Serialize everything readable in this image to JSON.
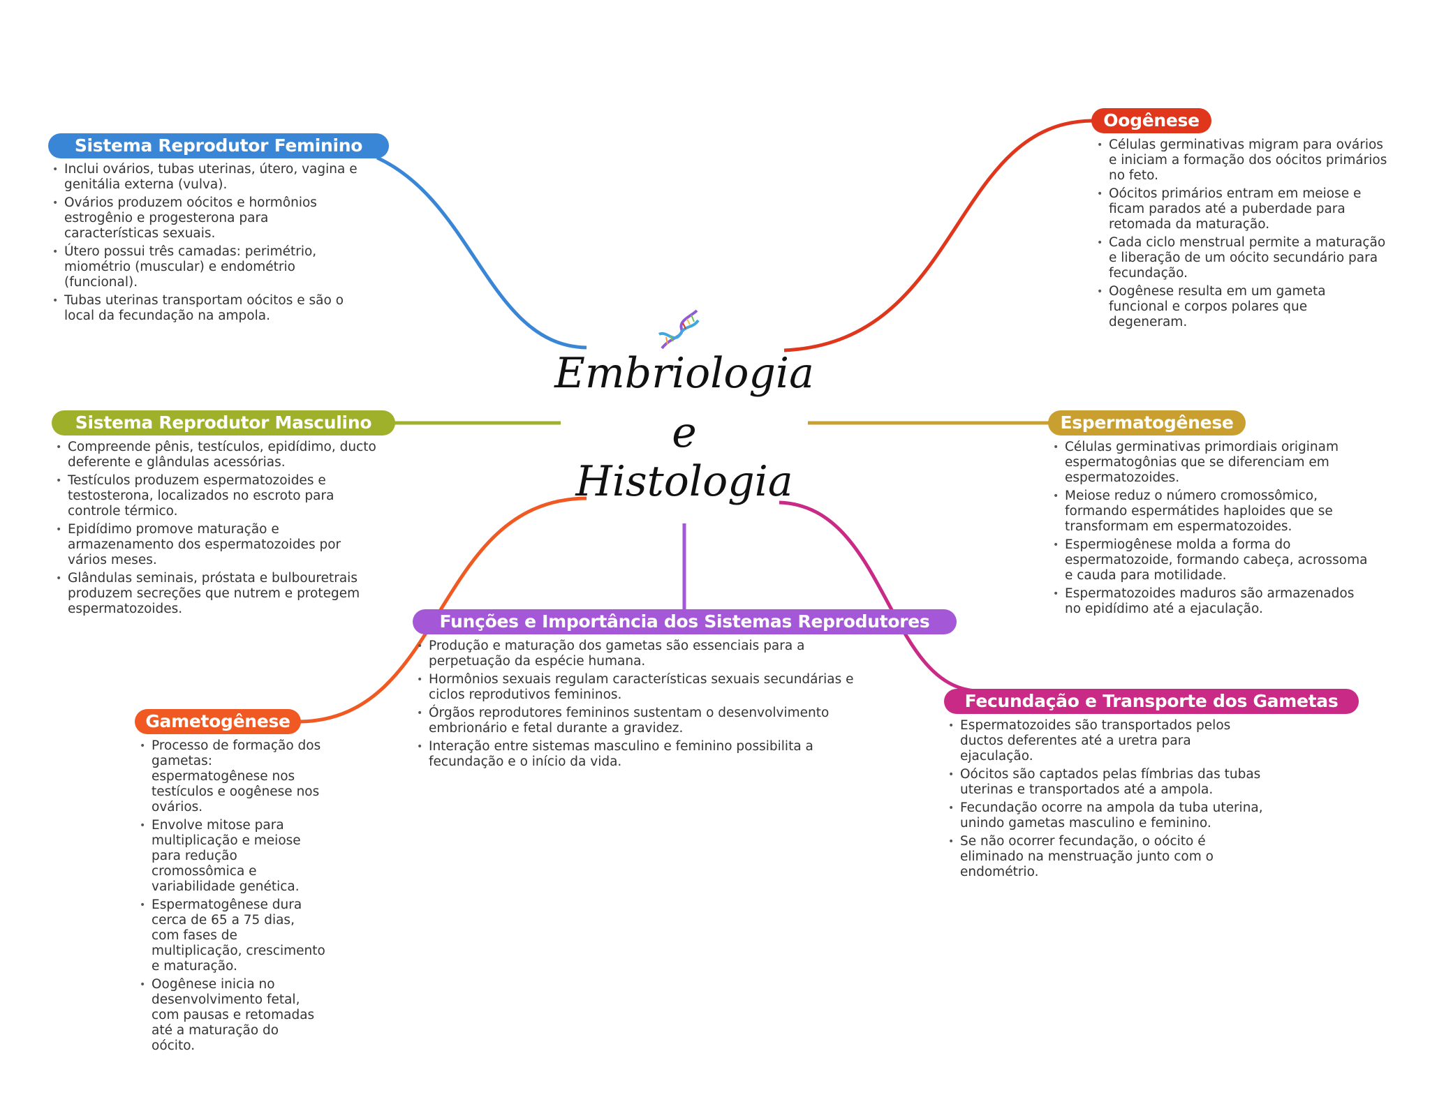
{
  "center": {
    "title_lines": [
      "Embriologia",
      "e",
      "Histologia"
    ],
    "icon": "dna-icon"
  },
  "colors": {
    "feminino": "#3a86d6",
    "oogenese": "#e0361c",
    "espermatogenese": "#c9a030",
    "masculino": "#9fb02a",
    "funcoes": "#a457d6",
    "gametogenese": "#f05a22",
    "fecundacao": "#c92a85"
  },
  "branches": {
    "feminino": {
      "title": "Sistema Reprodutor Feminino",
      "items": [
        "Inclui ovários, tubas uterinas, útero, vagina e genitália externa (vulva).",
        "Ovários produzem oócitos e hormônios estrogênio e progesterona para características sexuais.",
        "Útero possui três camadas: perimétrio, miométrio (muscular) e endométrio (funcional).",
        "Tubas uterinas transportam oócitos e são o local da fecundação na ampola."
      ]
    },
    "masculino": {
      "title": "Sistema Reprodutor Masculino",
      "items": [
        "Compreende pênis, testículos, epidídimo, ducto deferente e glândulas acessórias.",
        "Testículos produzem espermatozoides e testosterona, localizados no escroto para controle térmico.",
        "Epidídimo promove maturação e armazenamento dos espermatozoides por vários meses.",
        "Glândulas seminais, próstata e bulbouretrais produzem secreções que nutrem e protegem espermatozoides."
      ]
    },
    "oogenese": {
      "title": "Oogênese",
      "items": [
        "Células germinativas migram para ovários e iniciam a formação dos oócitos primários no feto.",
        "Oócitos primários entram em meiose e ficam parados até a puberdade para retomada da maturação.",
        "Cada ciclo menstrual permite a maturação e liberação de um oócito secundário para fecundação.",
        "Oogênese resulta em um gameta funcional e corpos polares que degeneram."
      ]
    },
    "espermatogenese": {
      "title": "Espermatogênese",
      "items": [
        "Células germinativas primordiais originam espermatogônias que se diferenciam em espermatozoides.",
        "Meiose reduz o número cromossômico, formando espermátides haploides que se transformam em espermatozoides.",
        "Espermiogênese molda a forma do espermatozoide, formando cabeça, acrossoma e cauda para motilidade.",
        "Espermatozoides maduros são armazenados no epidídimo até a ejaculação."
      ]
    },
    "funcoes": {
      "title": "Funções e Importância dos Sistemas Reprodutores",
      "items": [
        "Produção e maturação dos gametas são essenciais para a perpetuação da espécie humana.",
        "Hormônios sexuais regulam características sexuais secundárias e ciclos reprodutivos femininos.",
        "Órgãos reprodutores femininos sustentam o desenvolvimento embrionário e fetal durante a gravidez.",
        "Interação entre sistemas masculino e feminino possibilita a fecundação e o início da vida."
      ]
    },
    "gametogenese": {
      "title": "Gametogênese",
      "items": [
        "Processo de formação dos gametas: espermatogênese nos testículos e oogênese nos ovários.",
        "Envolve mitose para multiplicação e meiose para redução cromossômica e variabilidade genética.",
        "Espermatogênese dura cerca de 65 a 75 dias, com fases de multiplicação, crescimento e maturação.",
        "Oogênese inicia no desenvolvimento fetal, com pausas e retomadas até a maturação do oócito."
      ]
    },
    "fecundacao": {
      "title": "Fecundação e Transporte dos Gametas",
      "items": [
        "Espermatozoides são transportados pelos ductos deferentes até a uretra para ejaculação.",
        "Oócitos são captados pelas fímbrias das tubas uterinas e transportados até a ampola.",
        "Fecundação ocorre na ampola da tuba uterina, unindo gametas masculino e feminino.",
        "Se não ocorrer fecundação, o oócito é eliminado na menstruação junto com o endométrio."
      ]
    }
  }
}
